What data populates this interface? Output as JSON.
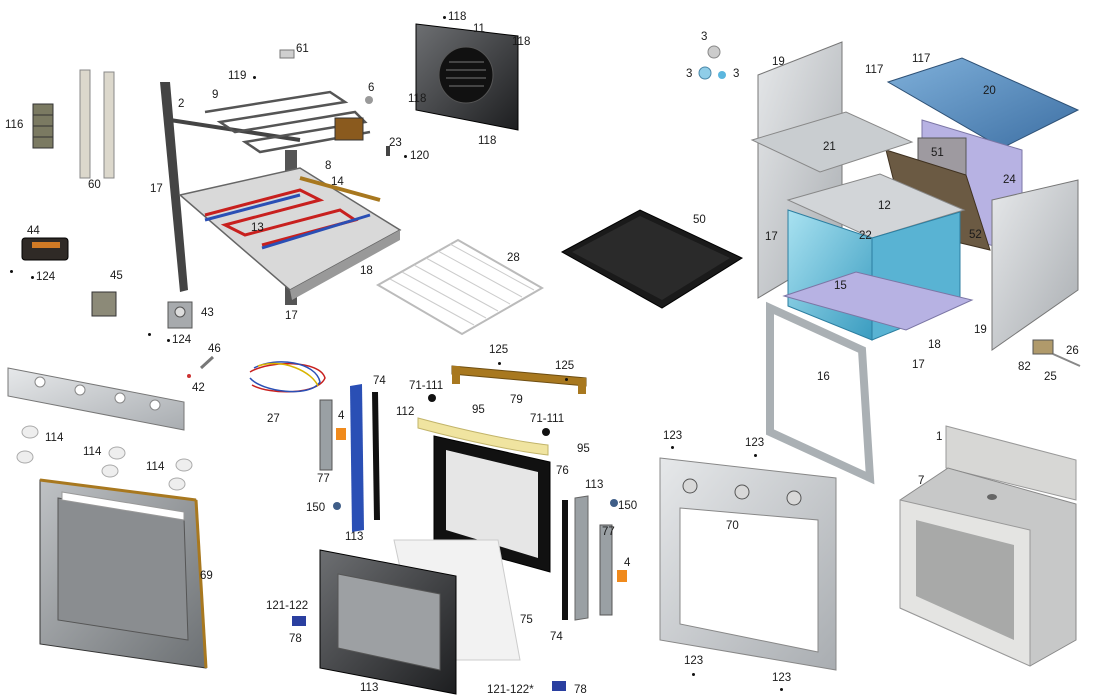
{
  "diagram": {
    "title": "",
    "colors": {
      "metal": "#c9ccce",
      "metal_dark": "#8e9296",
      "enamel_blue": "#6cc3dd",
      "lavender": "#b7b2e3",
      "top_blue": "#5c8fc0",
      "brass": "#a8781f",
      "gasket_blue": "#2a4fb5",
      "heater_red": "#c8201e",
      "orange": "#f08a1c",
      "black": "#141414"
    },
    "labels": {
      "p1": "1",
      "p2": "2",
      "p3a": "3",
      "p3b": "3",
      "p3c": "3",
      "p4a": "4",
      "p4b": "4",
      "p6": "6",
      "p7": "7",
      "p8": "8",
      "p9": "9",
      "p11": "11",
      "p12": "12",
      "p13": "13",
      "p14": "14",
      "p15": "15",
      "p16": "16",
      "p17a": "17",
      "p17b": "17",
      "p17c": "17",
      "p17d": "17",
      "p18a": "18",
      "p18b": "18",
      "p19a": "19",
      "p19b": "19",
      "p20": "20",
      "p21": "21",
      "p22": "22",
      "p23": "23",
      "p24": "24",
      "p25": "25",
      "p26": "26",
      "p27": "27",
      "p28": "28",
      "p42": "42",
      "p43": "43",
      "p44": "44",
      "p45": "45",
      "p46": "46",
      "p50": "50",
      "p51": "51",
      "p52": "52",
      "p60": "60",
      "p61": "61",
      "p69": "69",
      "p70": "70",
      "p71a": "71-111",
      "p71b": "71-111",
      "p74a": "74",
      "p74b": "74",
      "p75": "75",
      "p76": "76",
      "p77a": "77",
      "p77b": "77",
      "p78a": "78",
      "p78b": "78",
      "p79": "79",
      "p82": "82",
      "p95a": "95",
      "p95b": "95",
      "p112": "112",
      "p113a": "113",
      "p113b": "113",
      "p113c": "113",
      "p114a": "114",
      "p114b": "114",
      "p114c": "114",
      "p116": "116",
      "p117a": "117",
      "p117b": "117",
      "p118a": "118",
      "p118b": "118",
      "p118c": "118",
      "p118d": "118",
      "p119": "119",
      "p120": "120",
      "p121a": "121-122",
      "p121b": "121-122*",
      "p123a": "123",
      "p123b": "123",
      "p123c": "123",
      "p123d": "123",
      "p124a": "124",
      "p124b": "124",
      "p125a": "125",
      "p125b": "125",
      "p150a": "150",
      "p150b": "150"
    }
  }
}
